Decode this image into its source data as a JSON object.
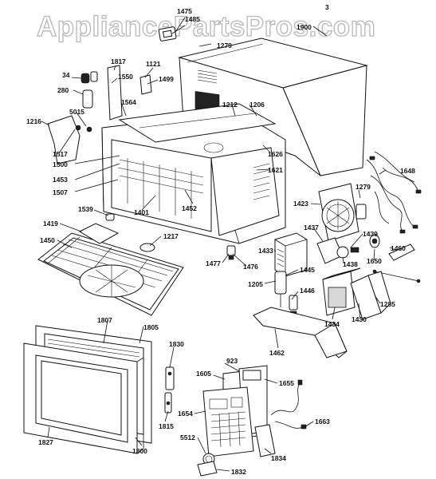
{
  "watermark": "AppliancePartsPros.com",
  "labels": {
    "p1475": "1475",
    "p1485": "1485",
    "p3": "3",
    "p1900": "1900",
    "p1279a": "1279",
    "p34": "34",
    "p1817": "1817",
    "p1121": "1121",
    "p280": "280",
    "p1550": "1550",
    "p1499": "1499",
    "p5015": "5015",
    "p1564": "1564",
    "p1212": "1212",
    "p1206": "1206",
    "p1216": "1216",
    "p1517": "1517",
    "p1626": "1626",
    "p1500": "1500",
    "p1621": "1621",
    "p1648": "1648",
    "p1453": "1453",
    "p1507": "1507",
    "p1279b": "1279",
    "p1452": "1452",
    "p1423": "1423",
    "p1539": "1539",
    "p1401": "1401",
    "p1419": "1419",
    "p1217": "1217",
    "p1437": "1437",
    "p1439": "1439",
    "p1450": "1450",
    "p1460": "1460",
    "p1433": "1433",
    "p1438": "1438",
    "p1650": "1650",
    "p1477": "1477",
    "p1476": "1476",
    "p1445": "1445",
    "p1205": "1205",
    "p1446": "1446",
    "p1285": "1285",
    "p1434": "1434",
    "p1430": "1430",
    "p1807": "1807",
    "p1805": "1805",
    "p1462": "1462",
    "p1830": "1830",
    "p923": "923",
    "p1605": "1605",
    "p1655": "1655",
    "p1654": "1654",
    "p1663": "1663",
    "p1827": "1827",
    "p1815": "1815",
    "p5512": "5512",
    "p1800": "1800",
    "p1834": "1834",
    "p1832": "1832"
  }
}
